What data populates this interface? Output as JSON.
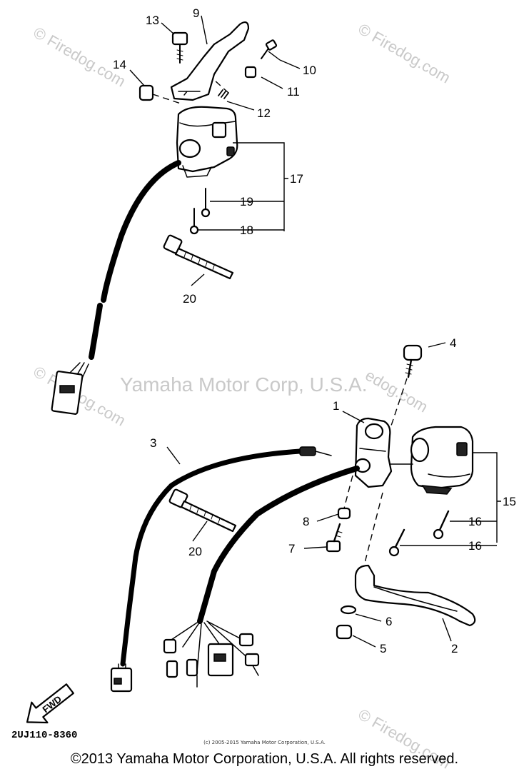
{
  "watermarks": {
    "site": "© Firedog.com",
    "site_alt": "edog.com",
    "center": "Yamaha Motor Corp, U.S.A."
  },
  "callouts": [
    "1",
    "2",
    "3",
    "4",
    "5",
    "6",
    "7",
    "8",
    "9",
    "10",
    "11",
    "12",
    "13",
    "14",
    "15",
    "16",
    "17",
    "18",
    "19",
    "20"
  ],
  "direction_tag": "FWD",
  "diagram_code": "2UJ110-8360",
  "small_copyright": "(c) 2005-2015 Yamaha Motor Corporation, U.S.A.",
  "footer_copyright": "©2013 Yamaha Motor Corporation, U.S.A. All rights reserved."
}
